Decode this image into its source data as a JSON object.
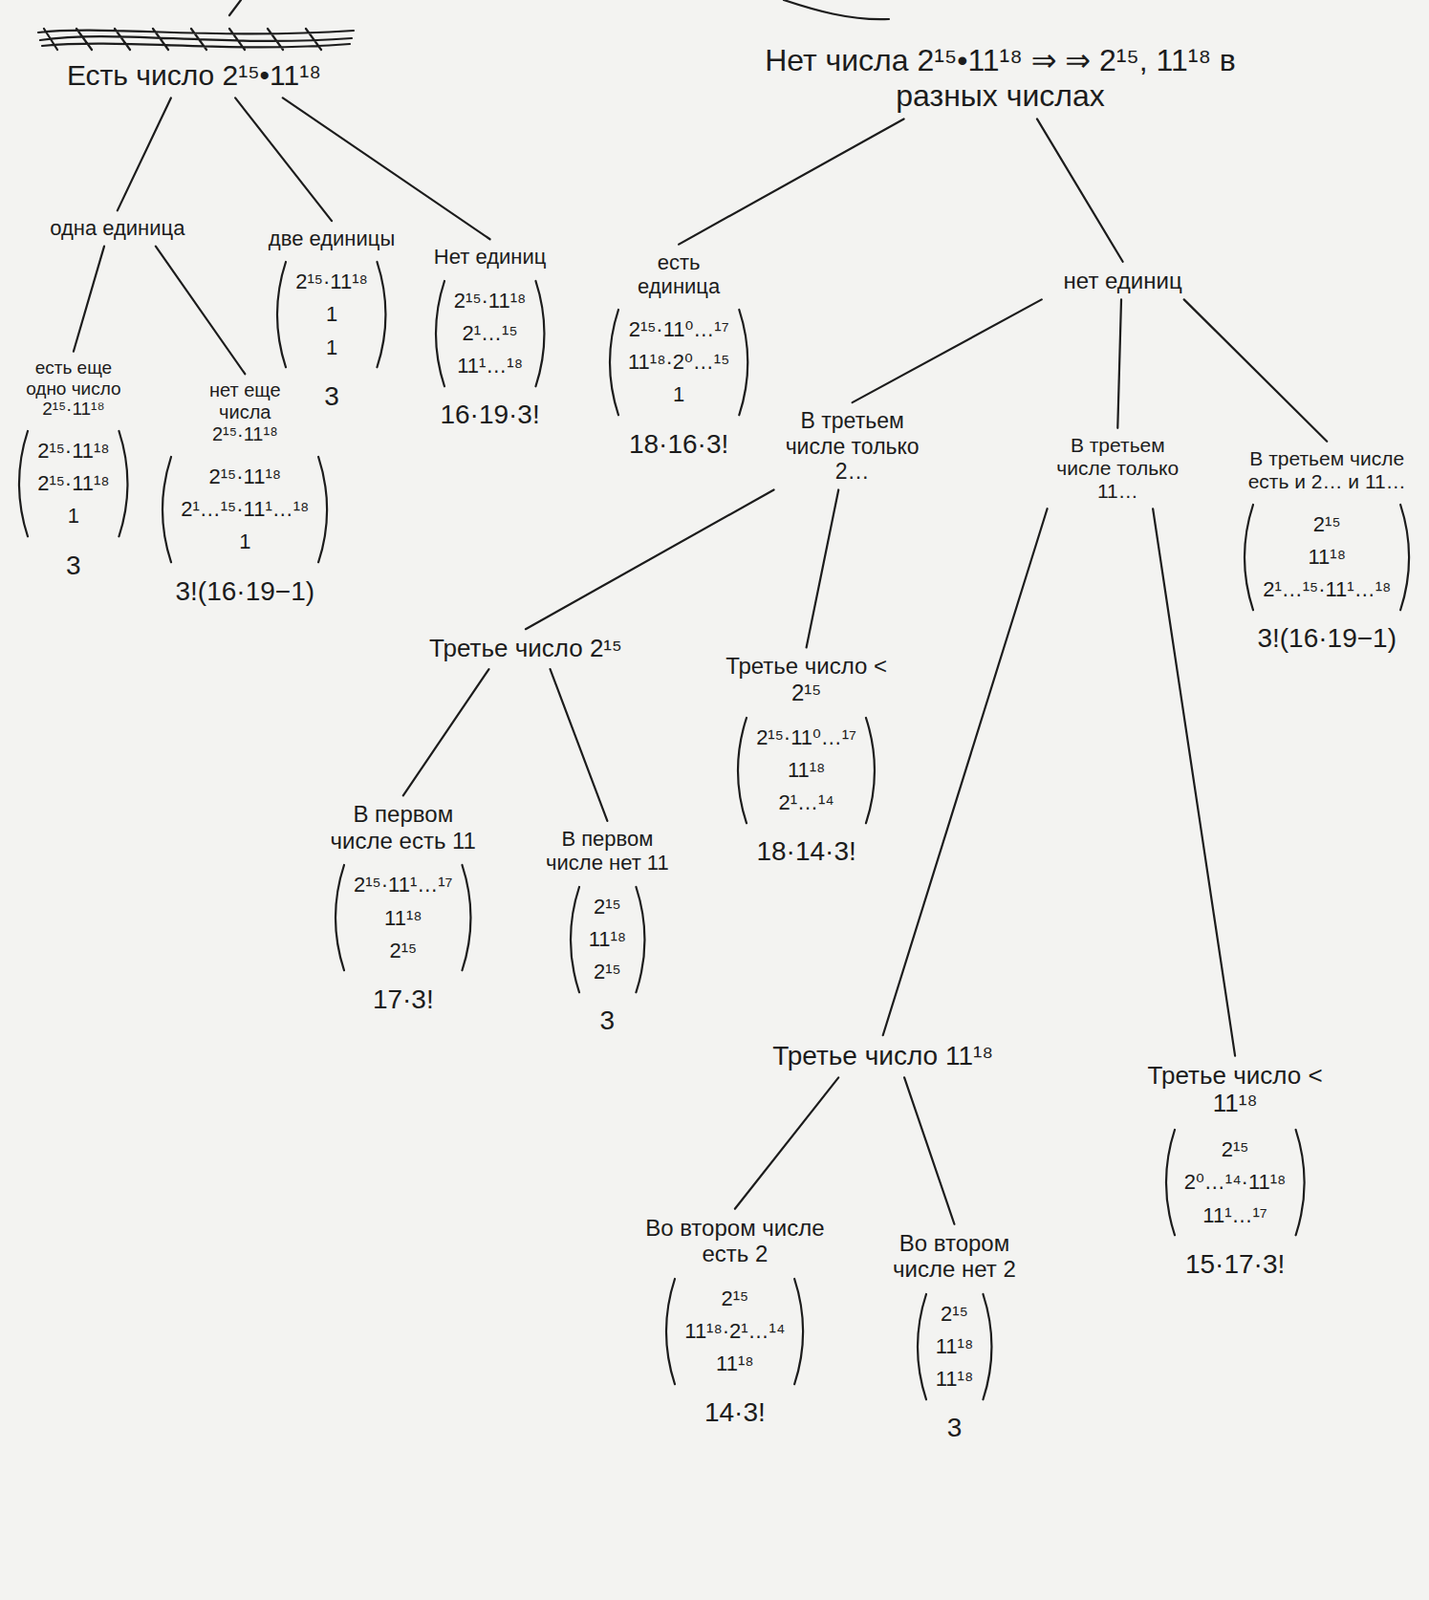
{
  "diagram": {
    "nodes": [
      {
        "text": [
          "Есть число 2¹⁵•11¹⁸"
        ]
      },
      {
        "text": [
          "Нет числа 2¹⁵•11¹⁸ ⇒ ⇒ 2¹⁵, 11¹⁸ в разных числах"
        ]
      },
      {
        "text": [
          "одна единица"
        ]
      },
      {
        "text": [
          "две единицы",
          "2¹⁵·11¹⁸",
          "1",
          "1",
          "3"
        ]
      },
      {
        "text": [
          "Нет единиц",
          "2¹⁵·11¹⁸",
          "2¹…¹⁵",
          "11¹…¹⁸",
          "16·19·3!"
        ]
      },
      {
        "text": [
          "есть единица",
          "2¹⁵·11⁰…¹⁷",
          "11¹⁸·2⁰…¹⁵",
          "1",
          "18·16·3!"
        ]
      },
      {
        "text": [
          "нет единиц"
        ]
      },
      {
        "text": [
          "есть еще одно число 2¹⁵·11¹⁸",
          "2¹⁵·11¹⁸",
          "2¹⁵·11¹⁸",
          "1",
          "3"
        ]
      },
      {
        "text": [
          "нет еще числа 2¹⁵·11¹⁸",
          "2¹⁵·11¹⁸",
          "2¹…¹⁵·11¹…¹⁸",
          "1",
          "3!(16·19−1)"
        ]
      },
      {
        "text": [
          "В третьем числе только 2…"
        ]
      },
      {
        "text": [
          "В третьем числе только 11…"
        ]
      },
      {
        "text": [
          "В третьем числе есть и 2… и 11…",
          "2¹⁵",
          "11¹⁸",
          "2¹…¹⁵·11¹…¹⁸",
          "3!(16·19−1)"
        ]
      },
      {
        "text": [
          "Третье число 2¹⁵"
        ]
      },
      {
        "text": [
          "Третье число < 2¹⁵",
          "2¹⁵·11⁰…¹⁷",
          "11¹⁸",
          "2¹…¹⁴",
          "18·14·3!"
        ]
      },
      {
        "text": [
          "В первом числе есть 11",
          "2¹⁵·11¹…¹⁷",
          "11¹⁸",
          "2¹⁵",
          "17·3!"
        ]
      },
      {
        "text": [
          "В первом числе нет 11",
          "2¹⁵",
          "11¹⁸",
          "2¹⁵",
          "3"
        ]
      },
      {
        "text": [
          "Третье число 11¹⁸"
        ]
      },
      {
        "text": [
          "Третье число < 11¹⁸",
          "2¹⁵",
          "2⁰…¹⁴·11¹⁸",
          "11¹…¹⁷",
          "15·17·3!"
        ]
      },
      {
        "text": [
          "Во втором числе есть 2",
          "2¹⁵",
          "11¹⁸·2¹…¹⁴",
          "11¹⁸",
          "14·3!"
        ]
      },
      {
        "text": [
          "Во втором числе нет 2",
          "2¹⁵",
          "11¹⁸",
          "11¹⁸",
          "3"
        ]
      }
    ],
    "edges": [
      {
        "from": 0,
        "to": 2,
        "arrow": "none"
      },
      {
        "from": 0,
        "to": 3,
        "arrow": "none"
      },
      {
        "from": 0,
        "to": 4,
        "arrow": "none"
      },
      {
        "from": 1,
        "to": 5,
        "arrow": "none"
      },
      {
        "from": 1,
        "to": 6,
        "arrow": "none"
      },
      {
        "from": 2,
        "to": 7,
        "arrow": "none"
      },
      {
        "from": 2,
        "to": 8,
        "arrow": "none"
      },
      {
        "from": 6,
        "to": 9,
        "arrow": "none"
      },
      {
        "from": 6,
        "to": 10,
        "arrow": "none"
      },
      {
        "from": 6,
        "to": 11,
        "arrow": "none"
      },
      {
        "from": 9,
        "to": 12,
        "arrow": "none"
      },
      {
        "from": 9,
        "to": 13,
        "arrow": "none"
      },
      {
        "from": 12,
        "to": 14,
        "arrow": "none"
      },
      {
        "from": 12,
        "to": 15,
        "arrow": "none"
      },
      {
        "from": 10,
        "to": 16,
        "arrow": "none"
      },
      {
        "from": 10,
        "to": 17,
        "arrow": "none"
      },
      {
        "from": 16,
        "to": 18,
        "arrow": "none"
      },
      {
        "from": 16,
        "to": 19,
        "arrow": "none"
      }
    ]
  }
}
